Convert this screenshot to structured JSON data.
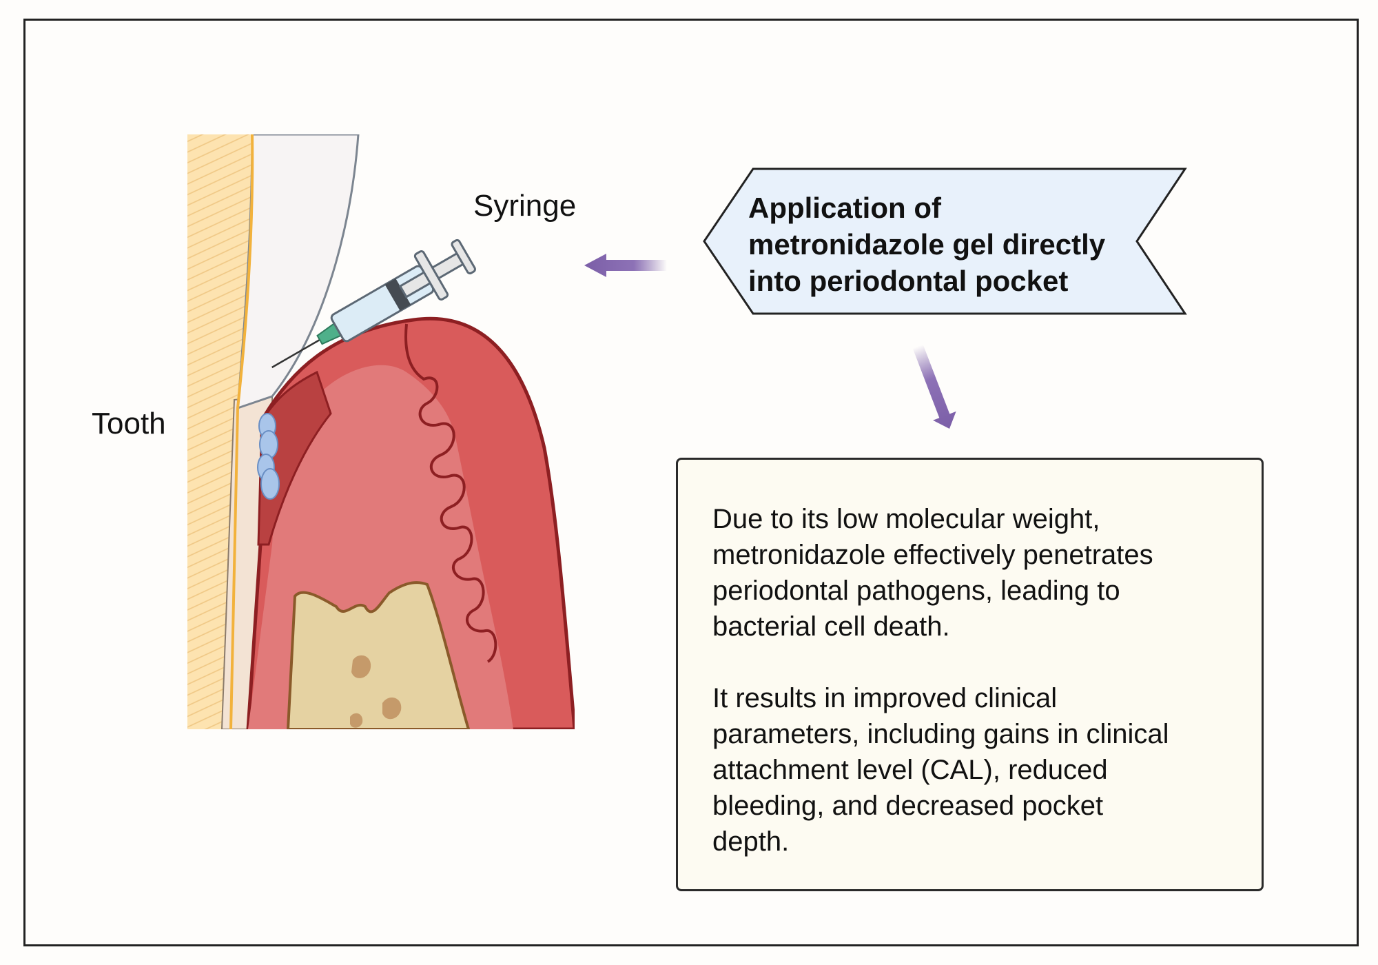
{
  "labels": {
    "tooth": "Tooth",
    "syringe": "Syringe"
  },
  "callout": {
    "lines": [
      "Application of",
      "metronidazole gel directly",
      "into periodontal pocket"
    ]
  },
  "info": {
    "paragraph1": [
      "Due to its low molecular weight,",
      "metronidazole effectively penetrates",
      "periodontal pathogens, leading to",
      "bacterial cell death."
    ],
    "paragraph2": [
      "It results in improved clinical",
      "parameters, including gains in clinical",
      "attachment level (CAL), reduced",
      "bleeding, and decreased pocket",
      "depth."
    ]
  },
  "colors": {
    "gum": "#d95b5b",
    "gum_dark": "#8d1f22",
    "bone": "#e5d2a2",
    "enamel": "#f7f4f4",
    "dentin": "#fde3b0",
    "arrow": "#7b5ea7",
    "callout_fill": "#e8f1fb",
    "gel": "#a9c5ea"
  }
}
